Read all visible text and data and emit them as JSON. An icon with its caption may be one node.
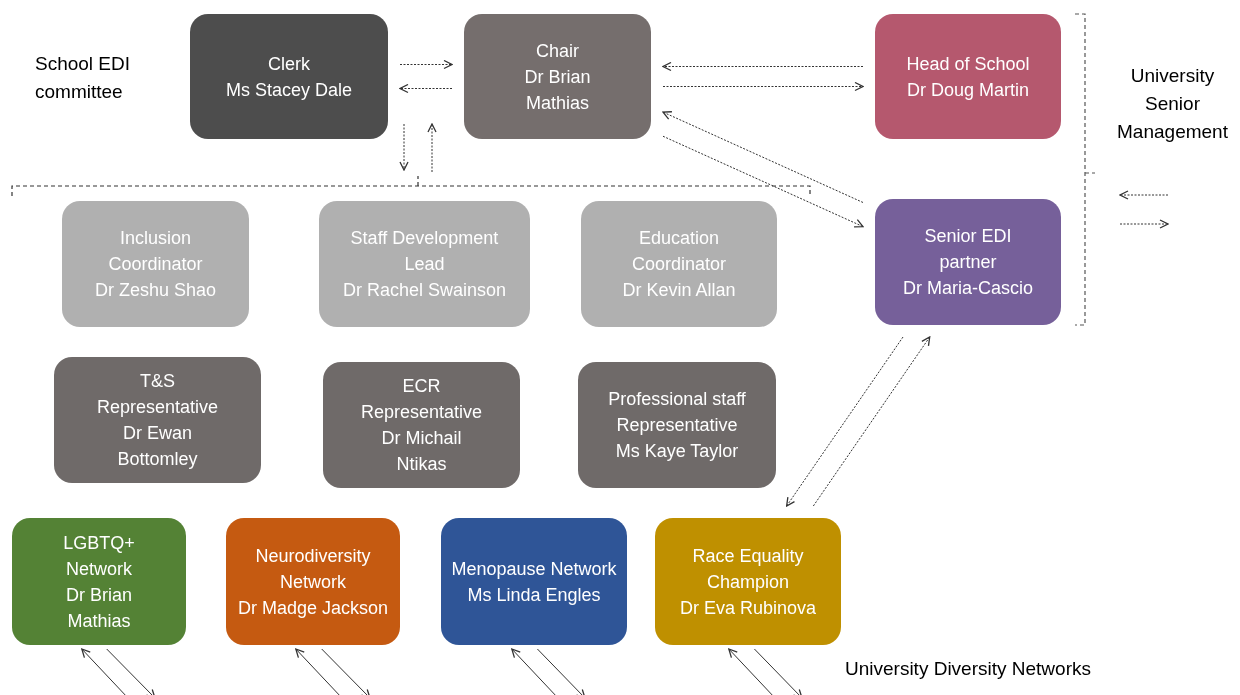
{
  "diagram": {
    "nodes": [
      {
        "text": [
          "Clerk",
          "Ms Stacey Dale"
        ]
      },
      {
        "text": [
          "Chair",
          "Dr Brian Mathias"
        ]
      },
      {
        "text": [
          "Head of School",
          "Dr Doug Martin"
        ]
      },
      {
        "text": [
          "Senior EDI partner",
          "Dr Maria-Cascio"
        ]
      },
      {
        "text": [
          "Inclusion Coordinator",
          "Dr Zeshu Shao"
        ]
      },
      {
        "text": [
          "Staff Development Lead",
          "Dr Rachel Swainson"
        ]
      },
      {
        "text": [
          "Education Coordinator",
          "Dr Kevin Allan"
        ]
      },
      {
        "text": [
          "T&S Representative",
          "Dr Ewan Bottomley"
        ]
      },
      {
        "text": [
          "ECR Representative",
          "Dr Michail Ntikas"
        ]
      },
      {
        "text": [
          "Professional staff Representative",
          "Ms Kaye Taylor"
        ]
      },
      {
        "text": [
          "LGBTQ+ Network",
          "Dr Brian Mathias"
        ]
      },
      {
        "text": [
          "Neurodiversity Network",
          "Dr Madge Jackson"
        ]
      },
      {
        "text": [
          "Menopause Network",
          "Ms Linda Engles"
        ]
      },
      {
        "text": [
          "Race Equality Champion",
          "Dr Eva Rubinova"
        ]
      }
    ],
    "edges": [
      {
        "from": 0,
        "to": 1,
        "arrow": "to",
        "style": "dashed"
      },
      {
        "from": 1,
        "to": 0,
        "arrow": "to",
        "style": "dashed"
      },
      {
        "from": 2,
        "to": 1,
        "arrow": "to",
        "style": "dashed"
      },
      {
        "from": 1,
        "to": 2,
        "arrow": "to",
        "style": "dashed"
      },
      {
        "from": 3,
        "to": 1,
        "arrow": "to",
        "style": "dashed"
      },
      {
        "from": 1,
        "to": 3,
        "arrow": "to",
        "style": "dashed"
      },
      {
        "from": 13,
        "to": 3,
        "arrow": "to",
        "style": "dashed"
      },
      {
        "from": 3,
        "to": 13,
        "arrow": "to",
        "style": "dashed"
      },
      {
        "from": null,
        "to": 10,
        "arrow": "to"
      },
      {
        "from": 10,
        "to": null,
        "arrow": "to"
      },
      {
        "from": null,
        "to": 11,
        "arrow": "to"
      },
      {
        "from": 11,
        "to": null,
        "arrow": "to"
      },
      {
        "from": null,
        "to": 12,
        "arrow": "to"
      },
      {
        "from": 12,
        "to": null,
        "arrow": "to"
      },
      {
        "from": null,
        "to": 13,
        "arrow": "to"
      },
      {
        "from": 13,
        "to": null,
        "arrow": "to"
      }
    ],
    "labels": [
      "School EDI committee",
      "University Senior Management",
      "University Diversity Networks"
    ]
  }
}
